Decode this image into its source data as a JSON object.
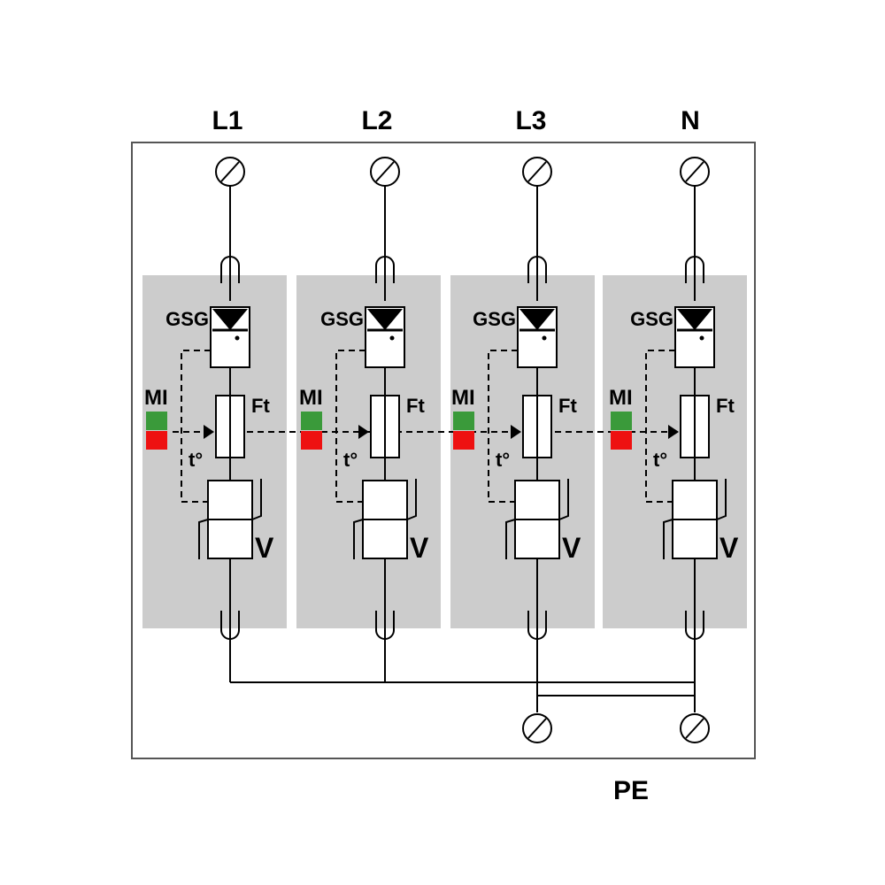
{
  "terminals": {
    "top": [
      "L1",
      "L2",
      "L3",
      "N"
    ],
    "bottom": "PE"
  },
  "module": {
    "gap_label": "GSG",
    "indicator_label": "MI",
    "fuse_label": "Ft",
    "thermal_label": "t°",
    "varistor_label": "V"
  },
  "colors": {
    "module_fill": "#cccccc",
    "indicator_ok": "#3a9a3a",
    "indicator_fault": "#ee1111",
    "line": "#000000"
  }
}
